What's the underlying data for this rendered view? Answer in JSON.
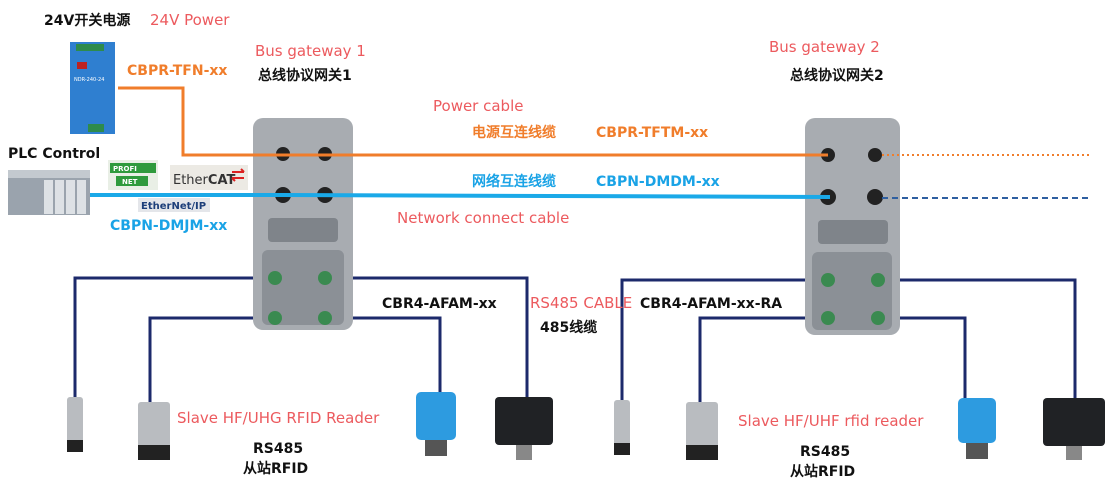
{
  "power": {
    "label_cn": "24V开关电源",
    "label_en": "24V Power",
    "model": "NDR-240-24",
    "cable": "CBPR-TFN-xx"
  },
  "plc": {
    "label": "PLC Control",
    "cable": "CBPN-DMJM-xx",
    "protocols": [
      "PROFINET",
      "EtherCAT",
      "EtherNet/IP"
    ]
  },
  "gateway1": {
    "label_en": "Bus gateway 1",
    "label_cn": "总线协议网关1"
  },
  "gateway2": {
    "label_en": "Bus gateway 2",
    "label_cn": "总线协议网关2"
  },
  "power_cable": {
    "label_en": "Power cable",
    "label_cn": "电源互连线缆",
    "model": "CBPR-TFTM-xx"
  },
  "network_cable": {
    "label_en": "Network connect cable",
    "label_cn": "网络互连线缆",
    "model": "CBPN-DMDM-xx"
  },
  "rs485": {
    "cable_left": "CBR4-AFAM-xx",
    "label_en": "RS485 CABLE",
    "label_cn": "485线缆",
    "cable_right": "CBR4-AFAM-xx-RA"
  },
  "slave_left": {
    "label_en": "Slave HF/UHG RFID Reader",
    "rs": "RS485",
    "label_cn": "从站RFID"
  },
  "slave_right": {
    "label_en": "Slave HF/UHF rfid reader",
    "rs": "RS485",
    "label_cn": "从站RFID"
  },
  "colors": {
    "power_line": "#f07d2b",
    "network_line": "#1aa9e8",
    "rs485_line": "#1c2a6b",
    "label_red": "#ec5a5e"
  }
}
